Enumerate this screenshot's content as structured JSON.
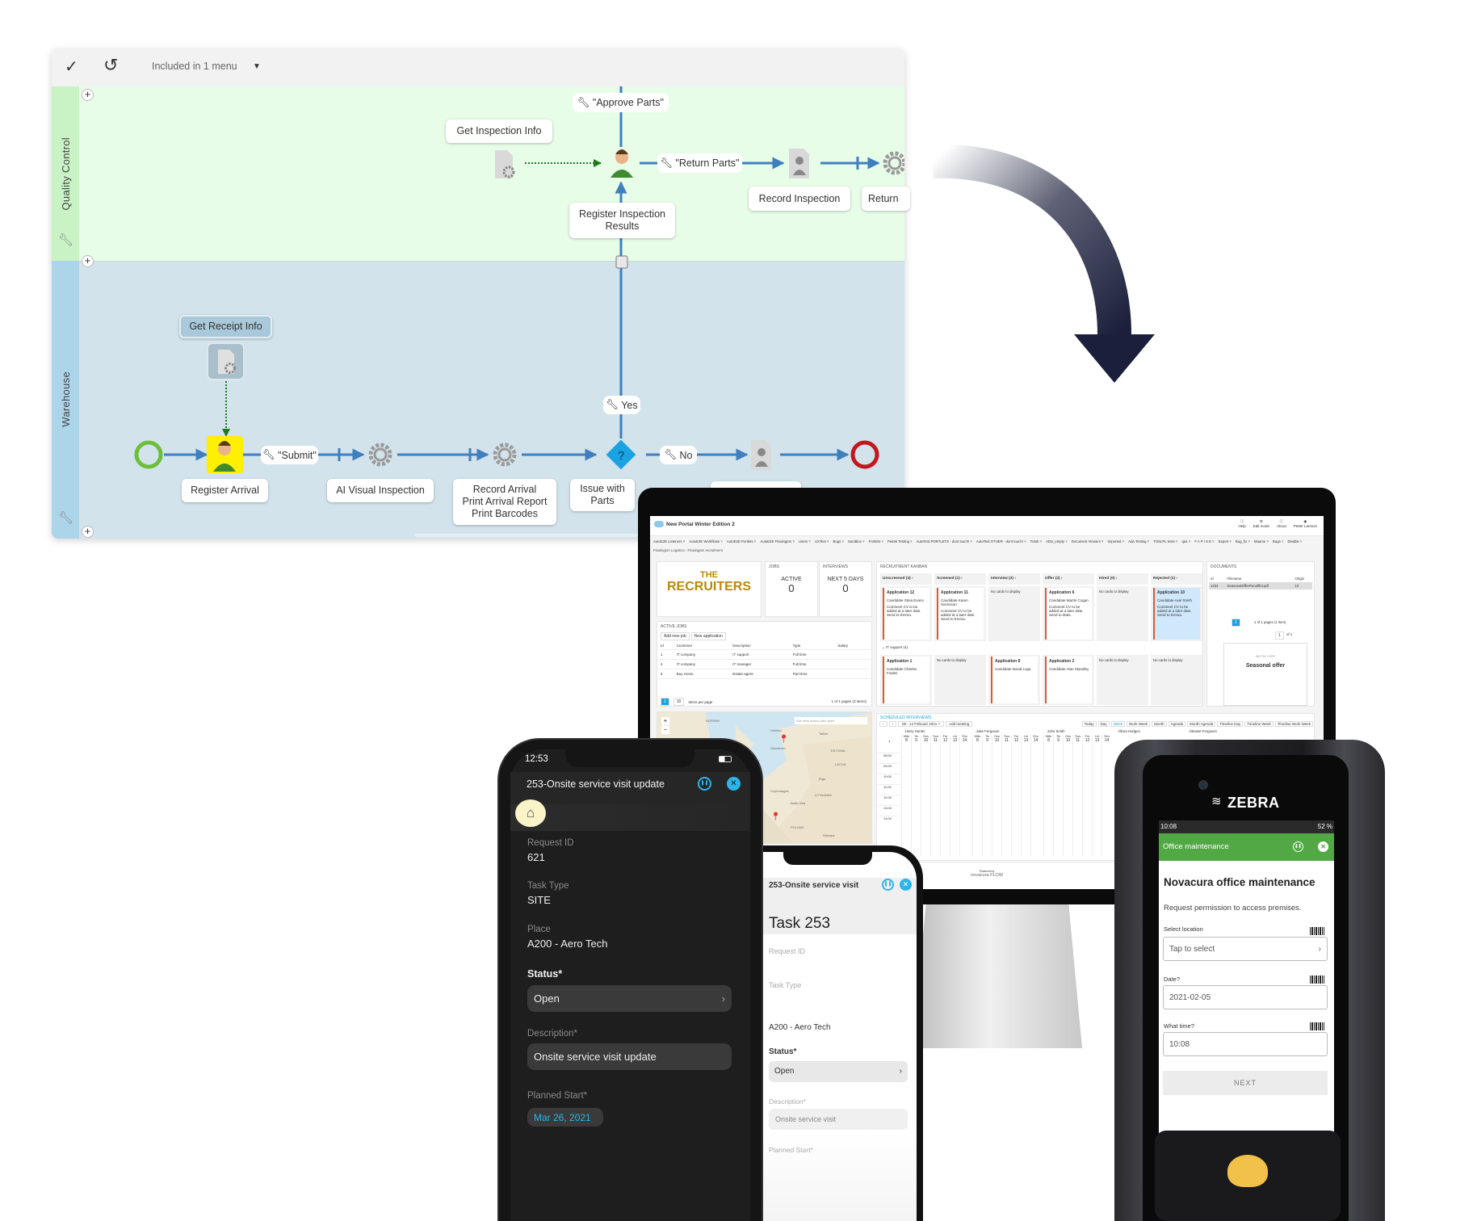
{
  "diagram": {
    "toolbar": {
      "menu_label": "Included in 1 menu"
    },
    "lanes": [
      {
        "title": "Quality Control"
      },
      {
        "title": "Warehouse"
      }
    ],
    "nodes": {
      "approve_parts": "\"Approve Parts\"",
      "get_inspection_info": "Get Inspection Info",
      "return_parts": "\"Return Parts\"",
      "record_inspection": "Record Inspection",
      "return": "Return",
      "register_inspection_results": "Register Inspection\nResults",
      "get_receipt_info": "Get Receipt Info",
      "yes": "Yes",
      "submit": "\"Submit\"",
      "no": "No",
      "register_arrival": "Register Arrival",
      "ai_visual_inspection": "AI Visual Inspection",
      "record_arrival": "Record Arrival\nPrint Arrival Report\nPrint Barcodes",
      "issue_with": "Issue with Parts"
    },
    "colors": {
      "flow": "#3f7fc0",
      "qc_lane": "#e8fde8",
      "warehouse_lane": "#d3e3ec",
      "start": "#6cbf3a",
      "end": "#c4161c",
      "gateway": "#1aa3e0"
    }
  },
  "arrow": {
    "color": "#1b1f3b"
  },
  "portal": {
    "title": "New Portal Winter Edition 2",
    "header_actions": [
      "Help",
      "Edit mode",
      "About",
      "Petter Larsson"
    ],
    "menu": [
      "AutoE2E Listeners",
      "AutoE2E Workflows",
      "AutoE2E Portlets",
      "AutoE2E Flowington",
      "Users",
      "UXTest",
      "Bugs",
      "Sandbox",
      "Portlets",
      "Pettek Testing",
      "AutoTest PORTLETS - dont touch!",
      "AutoTest OTHER - dont touch!",
      "Trash",
      "ADS_empty",
      "Document Viewers",
      "Imported",
      "Ada Testing",
      "TOSLPL tests",
      "qa1",
      "F A P I S E",
      "Export",
      "Bug_fix",
      "Maarse",
      "Bugs",
      "Disable"
    ],
    "breadcrumb": "Flowington Logistics › Flowington recruitment",
    "logo": {
      "line1": "THE",
      "line2": "RECRUITERS"
    },
    "jobs": {
      "title": "JOBS",
      "label": "ACTIVE",
      "value": "0"
    },
    "interviews": {
      "title": "INTERVIEWS",
      "label": "NEXT 5 DAYS",
      "value": "0"
    },
    "active_jobs": {
      "title": "ACTIVE JOBS",
      "buttons": [
        "Add new job",
        "New application"
      ],
      "columns": [
        "Id",
        "Customer",
        "Description",
        "Type",
        "Salary"
      ],
      "rows": [
        [
          "1",
          "IT company",
          "IT support",
          "Full time",
          ""
        ],
        [
          "4",
          "IT company",
          "IT manager",
          "Full time",
          ""
        ],
        [
          "5",
          "Buy Home",
          "Estate agent",
          "Part time",
          ""
        ]
      ],
      "page_size": "10",
      "items_per_page": "Items per page",
      "page_info": "1 of 1 pages (3 items)",
      "current_page": "1"
    },
    "kanban": {
      "title": "RECRUITMENT KANBAN",
      "columns": [
        "Unscreened (4)",
        "Screened (1)",
        "Interview (2)",
        "Offer (2)",
        "Hired (0)",
        "Rejected (1)"
      ],
      "group": "IT support (4)",
      "empty": "No cards to display",
      "candidate_label": "Candidate",
      "comment_label": "Comment",
      "row1": [
        {
          "title": "Application 12",
          "candidate": "Stina Evans",
          "comment": "CV to be added at a later date. Send to Emma."
        },
        {
          "title": "Application 11",
          "candidate": "Karen Svensson",
          "comment": "CV to be added at a later date. Send to Emma."
        },
        null,
        {
          "title": "Application 6",
          "candidate": "Martin Cogan",
          "comment": "CV to be added at a later date. Send to Mats."
        },
        null,
        {
          "title": "Application 10",
          "candidate": "Axel Smith",
          "comment": "CV to be added at a later date. Send to Emma.",
          "selected": true
        }
      ],
      "row2": [
        {
          "title": "Application 1",
          "candidate": "Charles Fowler"
        },
        null,
        {
          "title": "Application 8",
          "candidate": "David Lopp"
        },
        {
          "title": "Application 2",
          "candidate": "Alan Standley"
        },
        null,
        null
      ]
    },
    "documents": {
      "title": "DOCUMENTS",
      "columns": [
        "Id",
        "Filename",
        "Origin"
      ],
      "rows": [
        [
          "1234",
          "SeasonalOfferPenofflet.pdf",
          "10"
        ]
      ],
      "page_info": "1 of 1 pages (1 item)",
      "current_page": "1",
      "viewer_page": "1",
      "viewer_of": "of 1",
      "preview_company": "MILTON CORP",
      "preview_title": "Seasonal offer"
    },
    "map": {
      "search_placeholder": "Sök efter adress eller plats",
      "places": [
        "NORWAY",
        "Stockholm",
        "ESTONIA",
        "Riga",
        "LATVIA",
        "LITHUANIA",
        "Copenhagen",
        "Baltic Sea",
        "POLAND",
        "Warsaw",
        "Tallinn",
        "Helsinki"
      ]
    },
    "schedule": {
      "title": "SCHEDULED INTERVIEWS",
      "range": "08 - 14 Februari 2021",
      "add": "Add meeting",
      "views": [
        "Today",
        "Day",
        "Week",
        "Work Week",
        "Month",
        "Agenda",
        "Month Agenda",
        "Timeline Day",
        "Timeline Week",
        "Timeline Work Week"
      ],
      "active_view": "Week",
      "week": "7",
      "resources": [
        "Harry Hunter",
        "Jake Ferguson",
        "John Smith",
        "Olivia Hodges",
        "Stewart Ferguson"
      ],
      "days": [
        [
          "Mån",
          "8"
        ],
        [
          "Tis",
          "9"
        ],
        [
          "Ons",
          "10"
        ],
        [
          "Tors",
          "11"
        ],
        [
          "Fre",
          "12"
        ],
        [
          "Lör",
          "13"
        ],
        [
          "Sön",
          "14"
        ]
      ],
      "times": [
        "08:00",
        "09:00",
        "10:00",
        "11:00",
        "12:00",
        "13:00",
        "14:00"
      ]
    },
    "powered_by": "Powered by",
    "brand": "novacura FLOW"
  },
  "phone_dark": {
    "time": "12:53",
    "title": "253-Onsite service visit update",
    "fields": [
      {
        "label": "Request ID",
        "value": "621"
      },
      {
        "label": "Task Type",
        "value": "SITE"
      },
      {
        "label": "Place",
        "value": "A200 - Aero Tech"
      }
    ],
    "status_label": "Status*",
    "status_value": "Open",
    "description_label": "Description*",
    "description_value": "Onsite service visit update",
    "planned_label": "Planned Start*",
    "planned_value": "Mar 26, 2021",
    "accent": "#2bb5e8"
  },
  "phone_light": {
    "title": "253-Onsite service visit",
    "heading": "Task 253",
    "request_label": "Request ID",
    "type_label": "Task Type",
    "place_value": "A200 - Aero Tech",
    "status_label": "Status*",
    "status_value": "Open",
    "description_label": "Description*",
    "description_value": "Onsite service visit",
    "planned_label": "Planned Start*"
  },
  "zebra": {
    "brand": "ZEBRA",
    "time": "10:08",
    "battery": "52 %",
    "app_title": "Office maintenance",
    "heading": "Novacura office maintenance",
    "subtitle": "Request permission to access premises.",
    "location_label": "Select location",
    "location_value": "Tap to select",
    "date_label": "Date?",
    "date_value": "2021-02-05",
    "time_label": "What time?",
    "time_value": "10:08",
    "next": "NEXT",
    "accent": "#52a845"
  }
}
